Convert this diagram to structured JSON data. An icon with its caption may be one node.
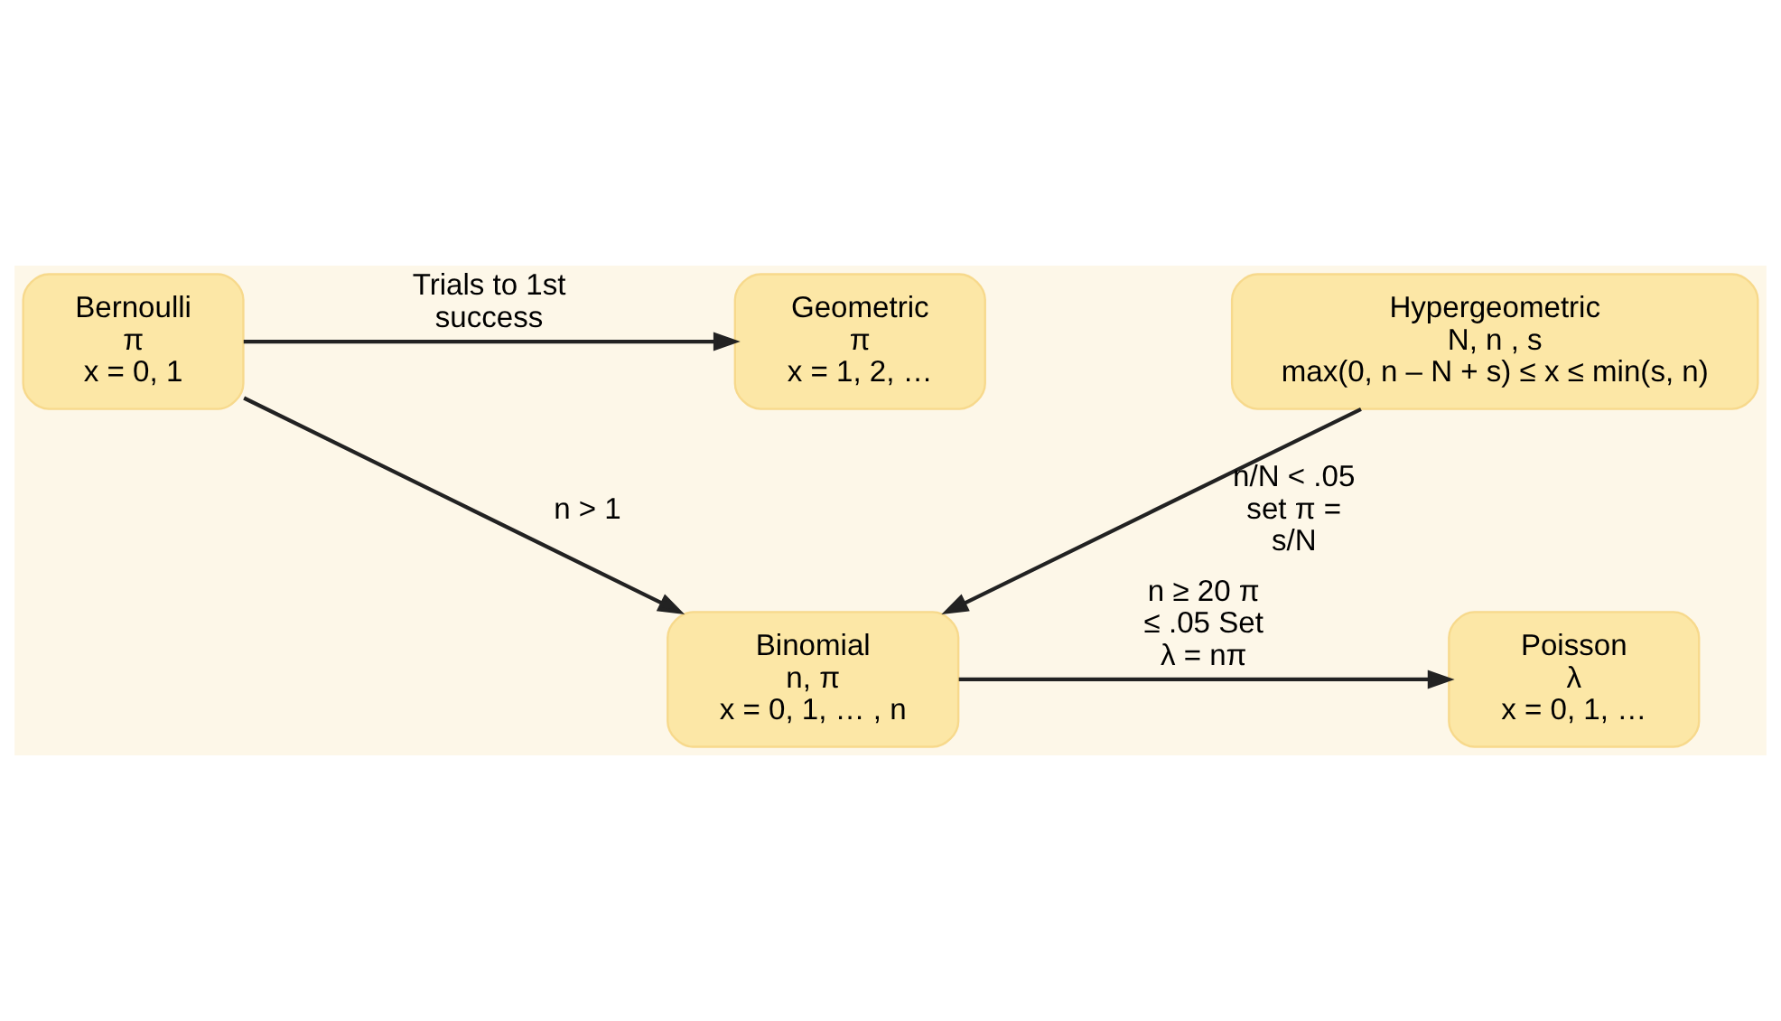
{
  "diagram": {
    "nodes": [
      {
        "text": [
          "Bernoulli",
          "π",
          "x = 0, 1"
        ]
      },
      {
        "text": [
          "Geometric",
          "π",
          "x = 1, 2, …"
        ]
      },
      {
        "text": [
          "Binomial",
          "n, π",
          "x = 0, 1, … , n"
        ]
      },
      {
        "text": [
          "Poisson",
          "λ",
          "x = 0, 1, …"
        ]
      },
      {
        "text": [
          "Hypergeometric",
          "N, n , s",
          "max(0, n – N + s) ≤ x ≤ min(s, n)"
        ]
      }
    ],
    "edges": [
      {
        "from": 0,
        "to": 1,
        "arrow": "to",
        "label": "Trials to 1st success"
      },
      {
        "from": 0,
        "to": 2,
        "arrow": "to",
        "label": "n > 1"
      },
      {
        "from": 2,
        "to": 3,
        "arrow": "to",
        "label": "n ≥ 20 π ≤ .05 Set λ = nπ"
      },
      {
        "from": 4,
        "to": 2,
        "arrow": "to",
        "label": "n/N < .05 set π = s/N"
      }
    ]
  }
}
